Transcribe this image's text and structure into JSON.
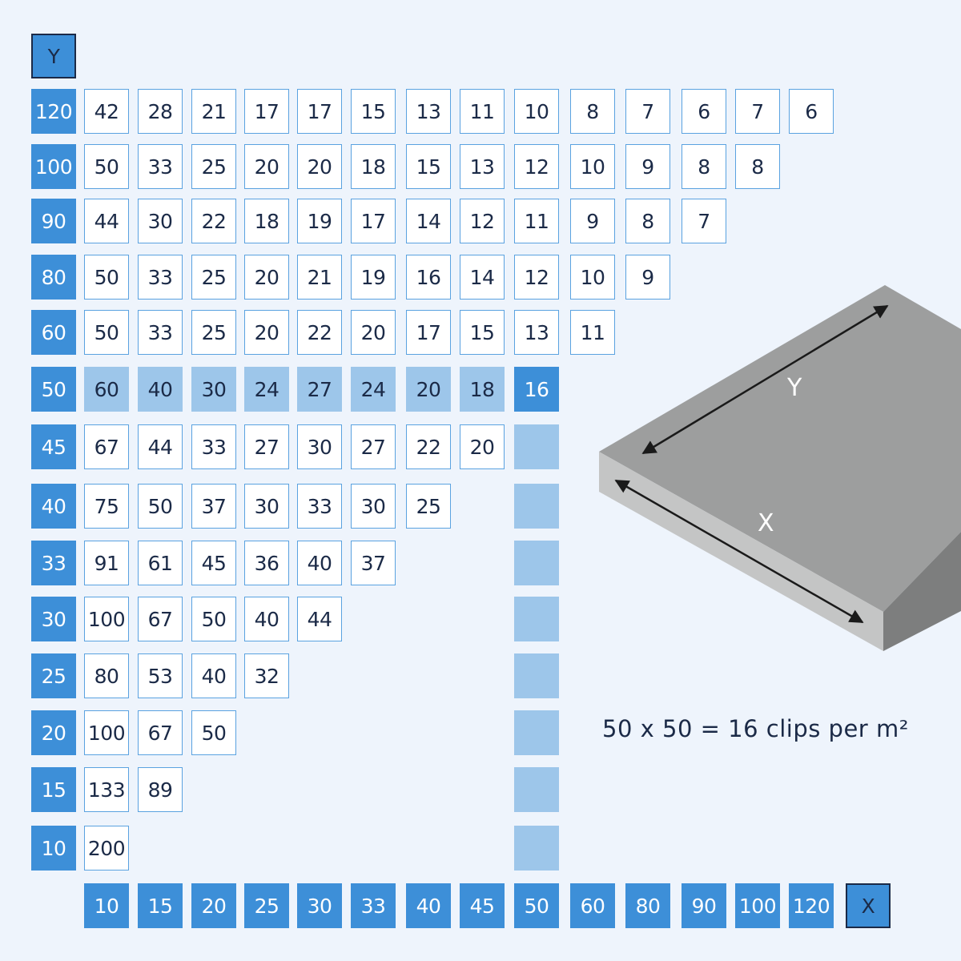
{
  "y_axis_title": "Y",
  "x_axis_title": "X",
  "y_labels": [
    "120",
    "100",
    "90",
    "80",
    "60",
    "50",
    "45",
    "40",
    "33",
    "30",
    "25",
    "20",
    "15",
    "10"
  ],
  "x_labels": [
    "10",
    "15",
    "20",
    "25",
    "30",
    "33",
    "40",
    "45",
    "50",
    "60",
    "80",
    "90",
    "100",
    "120"
  ],
  "rows": [
    {
      "y": "120",
      "values": [
        "42",
        "28",
        "21",
        "17",
        "17",
        "15",
        "13",
        "11",
        "10",
        "8",
        "7",
        "6",
        "7",
        "6"
      ]
    },
    {
      "y": "100",
      "values": [
        "50",
        "33",
        "25",
        "20",
        "20",
        "18",
        "15",
        "13",
        "12",
        "10",
        "9",
        "8",
        "8"
      ]
    },
    {
      "y": "90",
      "values": [
        "44",
        "30",
        "22",
        "18",
        "19",
        "17",
        "14",
        "12",
        "11",
        "9",
        "8",
        "7"
      ]
    },
    {
      "y": "80",
      "values": [
        "50",
        "33",
        "25",
        "20",
        "21",
        "19",
        "16",
        "14",
        "12",
        "10",
        "9"
      ]
    },
    {
      "y": "60",
      "values": [
        "50",
        "33",
        "25",
        "20",
        "22",
        "20",
        "17",
        "15",
        "13",
        "11"
      ]
    },
    {
      "y": "50",
      "values": [
        "60",
        "40",
        "30",
        "24",
        "27",
        "24",
        "20",
        "18",
        "16"
      ]
    },
    {
      "y": "45",
      "values": [
        "67",
        "44",
        "33",
        "27",
        "30",
        "27",
        "22",
        "20"
      ]
    },
    {
      "y": "40",
      "values": [
        "75",
        "50",
        "37",
        "30",
        "33",
        "30",
        "25"
      ]
    },
    {
      "y": "33",
      "values": [
        "91",
        "61",
        "45",
        "36",
        "40",
        "37"
      ]
    },
    {
      "y": "30",
      "values": [
        "100",
        "67",
        "50",
        "40",
        "44"
      ]
    },
    {
      "y": "25",
      "values": [
        "80",
        "53",
        "40",
        "32"
      ]
    },
    {
      "y": "20",
      "values": [
        "100",
        "67",
        "50"
      ]
    },
    {
      "y": "15",
      "values": [
        "133",
        "89"
      ]
    },
    {
      "y": "10",
      "values": [
        "200"
      ]
    }
  ],
  "highlight": {
    "y": "50",
    "x": "50",
    "value": "16"
  },
  "diagram": {
    "y_label": "Y",
    "x_label": "X"
  },
  "formula": "50 x 50 = 16 clips per m²",
  "colors": {
    "background": "#eef4fc",
    "axis": "#3d8fd8",
    "highlight_light": "#9dc6ea",
    "cell_border": "#5aa2e0",
    "text": "#1b2a47",
    "slab_top": "#9d9e9e",
    "slab_front": "#c4c5c5",
    "slab_side": "#7d7e7e"
  }
}
